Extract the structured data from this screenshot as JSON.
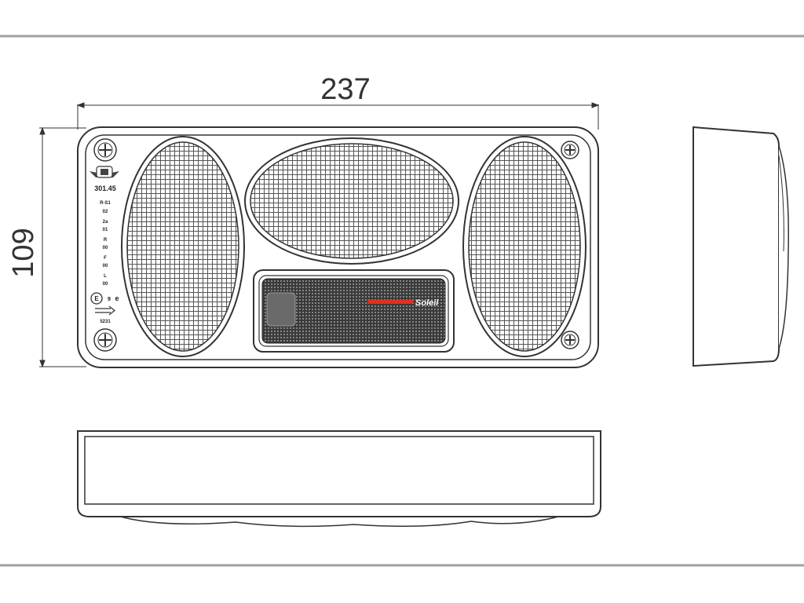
{
  "dimensions": {
    "width": "237",
    "height": "109"
  },
  "markings": {
    "model": "301.45",
    "codes": [
      "R-S1",
      "02",
      "2a",
      "01",
      "R",
      "00",
      "F",
      "00",
      "L",
      "00"
    ],
    "approval_mark": "E",
    "approval_number": "9",
    "approval_e": "e",
    "approval_code": "5231"
  },
  "module": {
    "brand_prefix": "",
    "brand_name": "Soleil",
    "brand_color": "#e0301e"
  },
  "colors": {
    "frame_line": "#a0a0a0",
    "outline": "#333333",
    "grille": "#555555"
  }
}
